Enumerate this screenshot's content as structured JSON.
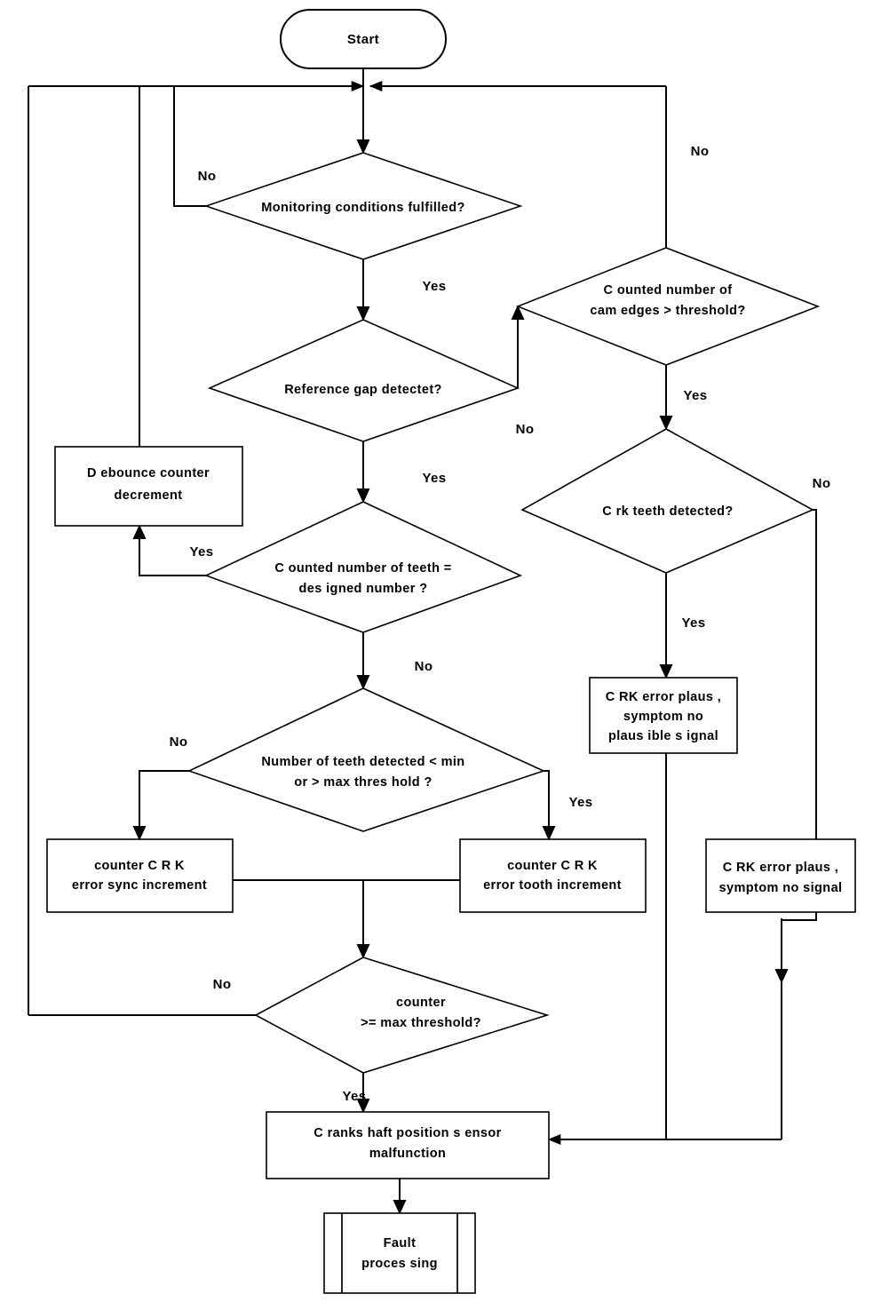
{
  "diagram": {
    "title": "Crankshaft position sensor diagnostic flowchart",
    "colors": {
      "stroke": "#000000",
      "fill": "#ffffff",
      "text": "#000000"
    },
    "nodes": {
      "start": {
        "type": "terminator",
        "label": "Start"
      },
      "monitoring": {
        "type": "decision",
        "line1": "Monitoring conditions fulfilled?"
      },
      "reference_gap": {
        "type": "decision",
        "line1": "Reference gap detectet?"
      },
      "debounce": {
        "type": "process",
        "line1": "D ebounce counter",
        "line2": "decrement"
      },
      "counted_teeth": {
        "type": "decision",
        "line1": "C ounted number of teeth  =",
        "line2": "des igned number ?"
      },
      "teeth_threshold": {
        "type": "decision",
        "line1": "Number of teeth detected   < min",
        "line2": "or > max thres hold ?"
      },
      "counter_sync": {
        "type": "process",
        "line1": "counter C R K",
        "line2": "error sync increment"
      },
      "counter_tooth": {
        "type": "process",
        "line1": "counter C R K",
        "line2": "error tooth increment"
      },
      "counter_max": {
        "type": "decision",
        "line1": "counter",
        "line2": ">= max threshold?"
      },
      "cam_edges": {
        "type": "decision",
        "line1": "C ounted number of",
        "line2": "cam edges  > threshold?"
      },
      "crk_teeth": {
        "type": "decision",
        "line1": "C rk teeth detected?"
      },
      "crk_plaus_nosignal_box": {
        "type": "process",
        "line1": "C RK error plaus ,",
        "line2": "symptom no",
        "line3": "plaus ible s ignal"
      },
      "crk_plaus_no_signal": {
        "type": "process",
        "line1": "C RK error plaus ,",
        "line2": "symptom no signal"
      },
      "malfunction": {
        "type": "process",
        "line1": "C ranks haft position s ensor",
        "line2": "malfunction"
      },
      "fault_processing": {
        "type": "predefined-process",
        "line1": "Fault",
        "line2": "proces sing"
      }
    },
    "edge_labels": {
      "monitoring_no": "No",
      "monitoring_yes": "Yes",
      "reference_gap_yes": "Yes",
      "reference_gap_no": "No",
      "counted_teeth_yes": "Yes",
      "counted_teeth_no": "No",
      "teeth_threshold_no": "No",
      "teeth_threshold_yes": "Yes",
      "counter_max_no": "No",
      "counter_max_yes": "Yes",
      "cam_edges_no": "No",
      "cam_edges_yes": "Yes",
      "crk_teeth_no": "No",
      "crk_teeth_yes": "Yes"
    }
  }
}
